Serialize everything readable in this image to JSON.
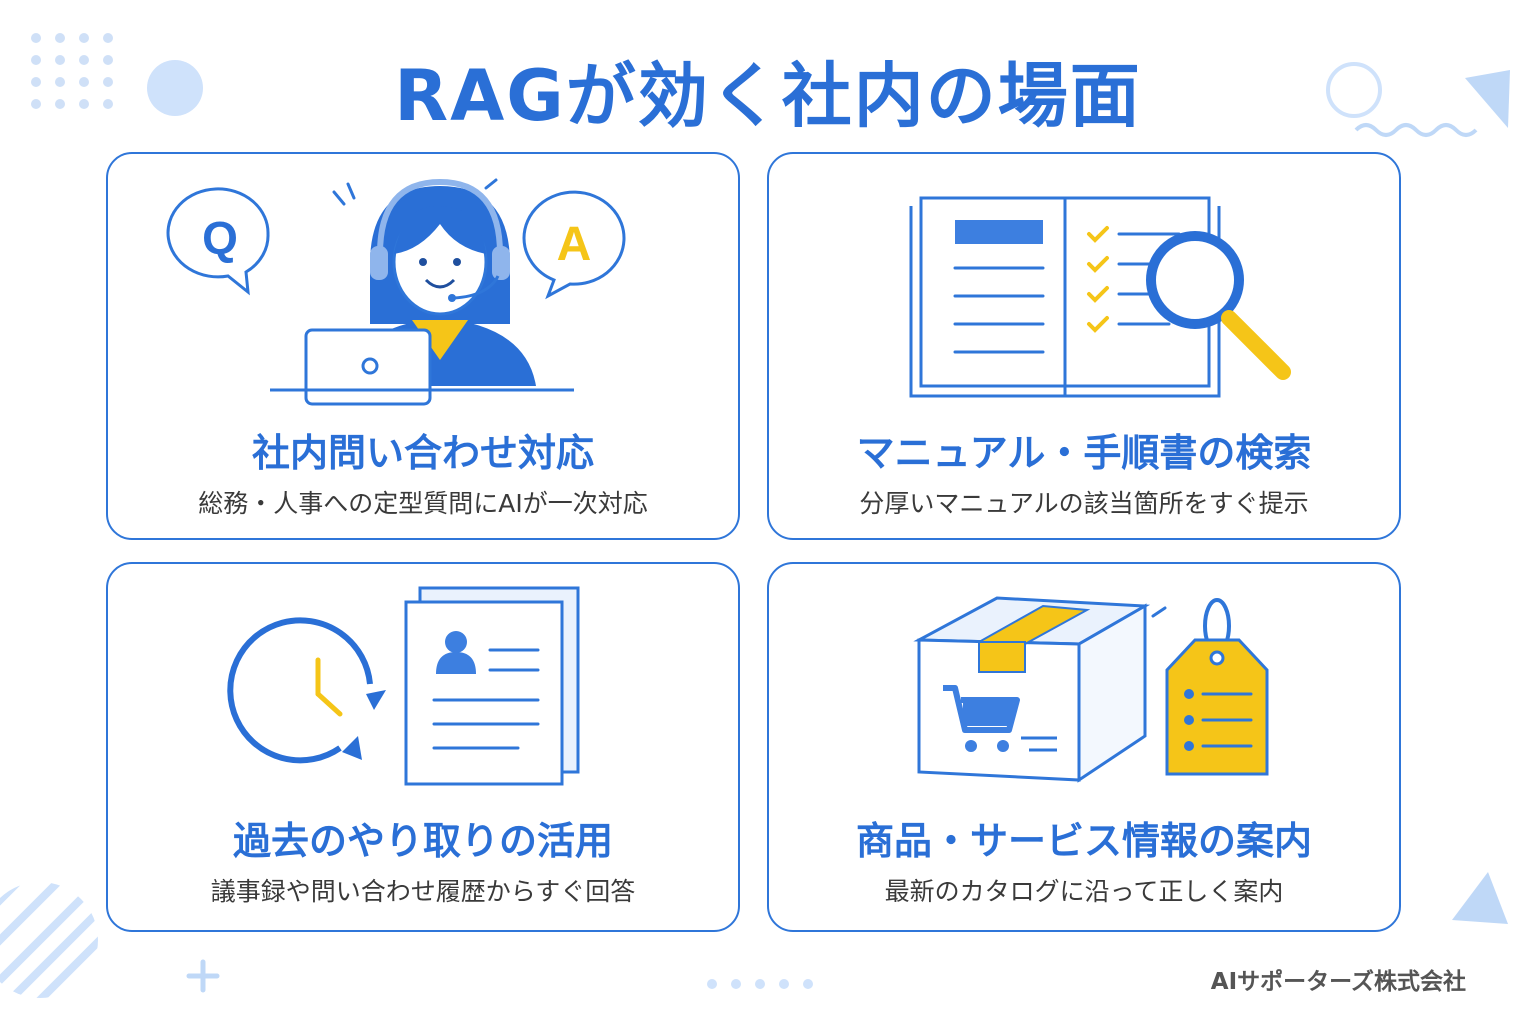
{
  "title": "RAGが効く社内の場面",
  "cards": [
    {
      "title": "社内問い合わせ対応",
      "description": "総務・人事への定型質問にAIが一次対応",
      "icons": [
        "q-bubble-icon",
        "a-bubble-icon",
        "support-agent-icon",
        "laptop-icon"
      ],
      "bubble_q": "Q",
      "bubble_a": "A"
    },
    {
      "title": "マニュアル・手順書の検索",
      "description": "分厚いマニュアルの該当箇所をすぐ提示",
      "icons": [
        "open-book-icon",
        "checklist-icon",
        "magnifier-icon"
      ]
    },
    {
      "title": "過去のやり取りの活用",
      "description": "議事録や問い合わせ履歴からすぐ回答",
      "icons": [
        "history-clock-icon",
        "document-icon"
      ]
    },
    {
      "title": "商品・サービス情報の案内",
      "description": "最新のカタログに沿って正しく案内",
      "icons": [
        "package-box-icon",
        "cart-icon",
        "price-tag-icon"
      ]
    }
  ],
  "footer": "AIサポーターズ株式会社",
  "colors": {
    "primary": "#2a6fd6",
    "accent": "#f5c518",
    "light_blue": "#cfe2fb"
  }
}
